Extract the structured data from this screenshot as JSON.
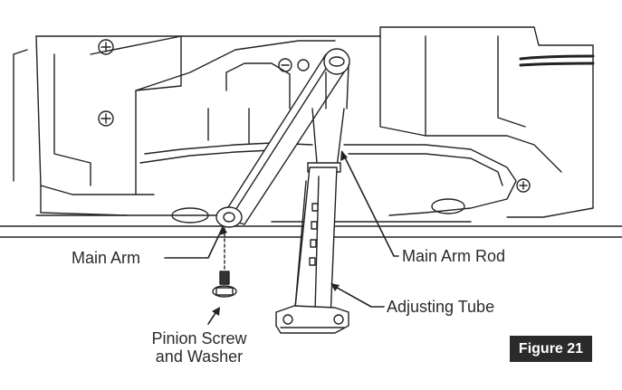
{
  "figure_label": "Figure 21",
  "callouts": {
    "main_arm": "Main Arm",
    "main_arm_rod": "Main Arm Rod",
    "adjusting_tube": "Adjusting Tube",
    "pinion_screw_line1": "Pinion Screw",
    "pinion_screw_line2": "and Washer"
  },
  "colors": {
    "line": "#222222",
    "badge_bg": "#2b2b2b",
    "badge_text": "#ffffff"
  }
}
